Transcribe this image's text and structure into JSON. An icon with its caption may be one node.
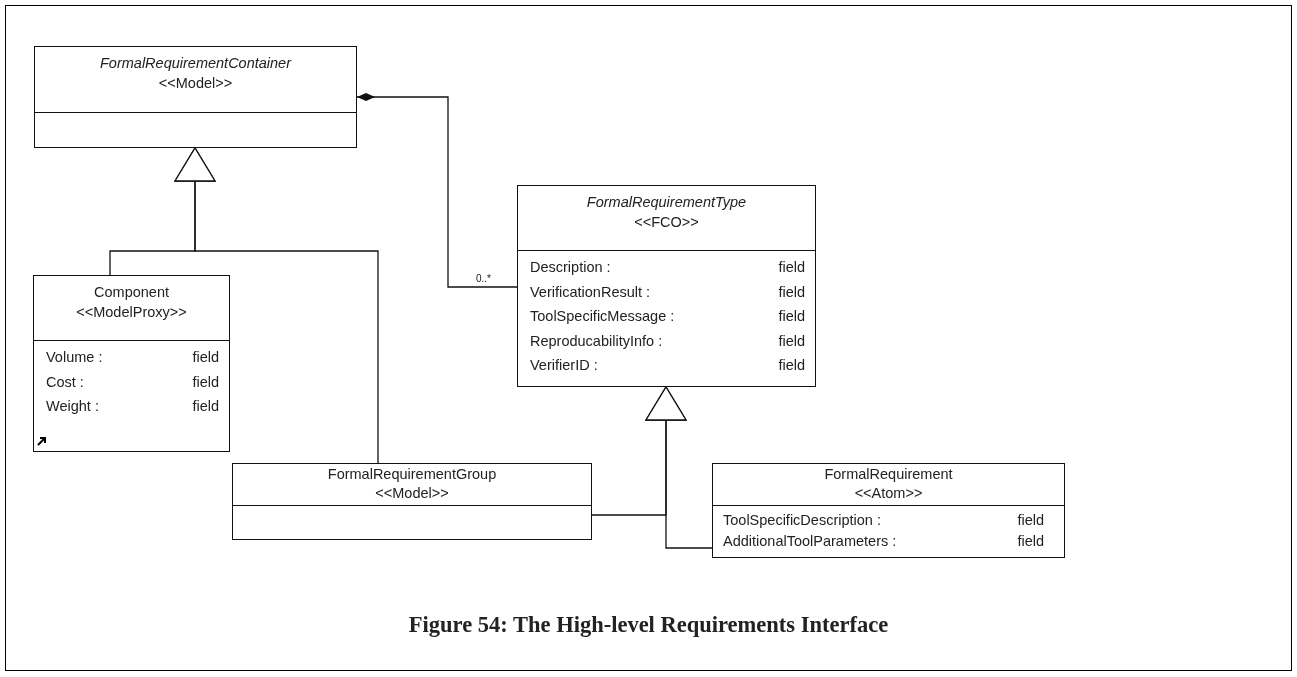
{
  "diagram": {
    "caption": "Figure 54: The High-level Requirements Interface",
    "nodes": [
      {
        "text": [
          "FormalRequirementContainer",
          "<<Model>>"
        ]
      },
      {
        "text": [
          "FormalRequirementType",
          "<<FCO>>",
          "Description :",
          "field",
          "VerificationResult :",
          "field",
          "ToolSpecificMessage :",
          "field",
          "ReproducabilityInfo :",
          "field",
          "VerifierID :",
          "field"
        ]
      },
      {
        "text": [
          "Component",
          "<<ModelProxy>>",
          "Volume :",
          "field",
          "Cost :",
          "field",
          "Weight :",
          "field"
        ]
      },
      {
        "text": [
          "FormalRequirementGroup",
          "<<Model>>"
        ]
      },
      {
        "text": [
          "FormalRequirement",
          "<<Atom>>",
          "ToolSpecificDescription :",
          "field",
          "AdditionalToolParameters :",
          "field"
        ]
      }
    ],
    "edges": [
      {
        "from": 0,
        "to": 1,
        "arrow": "other",
        "label": "0..*"
      },
      {
        "from": 2,
        "to": 0,
        "arrow": "to"
      },
      {
        "from": 3,
        "to": 0,
        "arrow": "to"
      },
      {
        "from": 3,
        "to": 1,
        "arrow": "to"
      },
      {
        "from": 4,
        "to": 1,
        "arrow": "to"
      }
    ]
  }
}
